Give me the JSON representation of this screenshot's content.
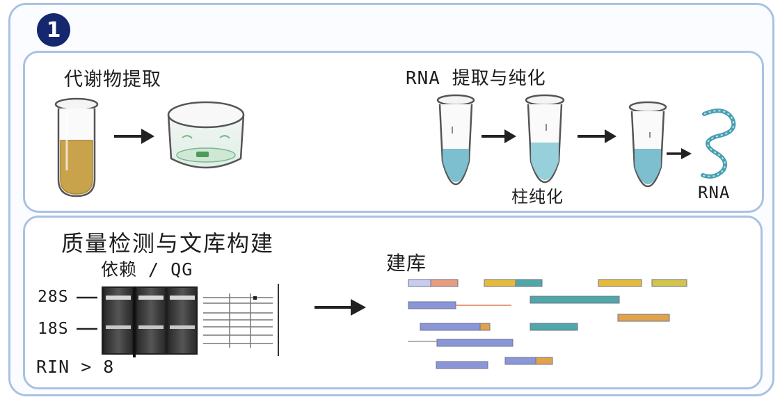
{
  "step_number": "1",
  "top_panel": {
    "metabolite_title": "代谢物提取",
    "rna_title": "RNA 提取与纯化",
    "column_label": "柱纯化",
    "rna_label": "RNA"
  },
  "bottom_panel": {
    "qc_title": "质量检测与文库构建",
    "qubit_label": "依赖 / QG",
    "marker_28s": "28S",
    "marker_18s": "18S",
    "rin_label": "RIN > 8",
    "library_label": "建库"
  },
  "colors": {
    "frame": "#a9c2e3",
    "badge": "#15286f",
    "metabolite_liquid": "#c9a24c",
    "rna_liquid": "#6fb8c9",
    "fragment_orange": "#e0a24a",
    "fragment_teal": "#4fa8a6",
    "fragment_blue": "#8b96d8",
    "fragment_yellow": "#e6bb3a",
    "fragment_salmon": "#e79c7e"
  }
}
